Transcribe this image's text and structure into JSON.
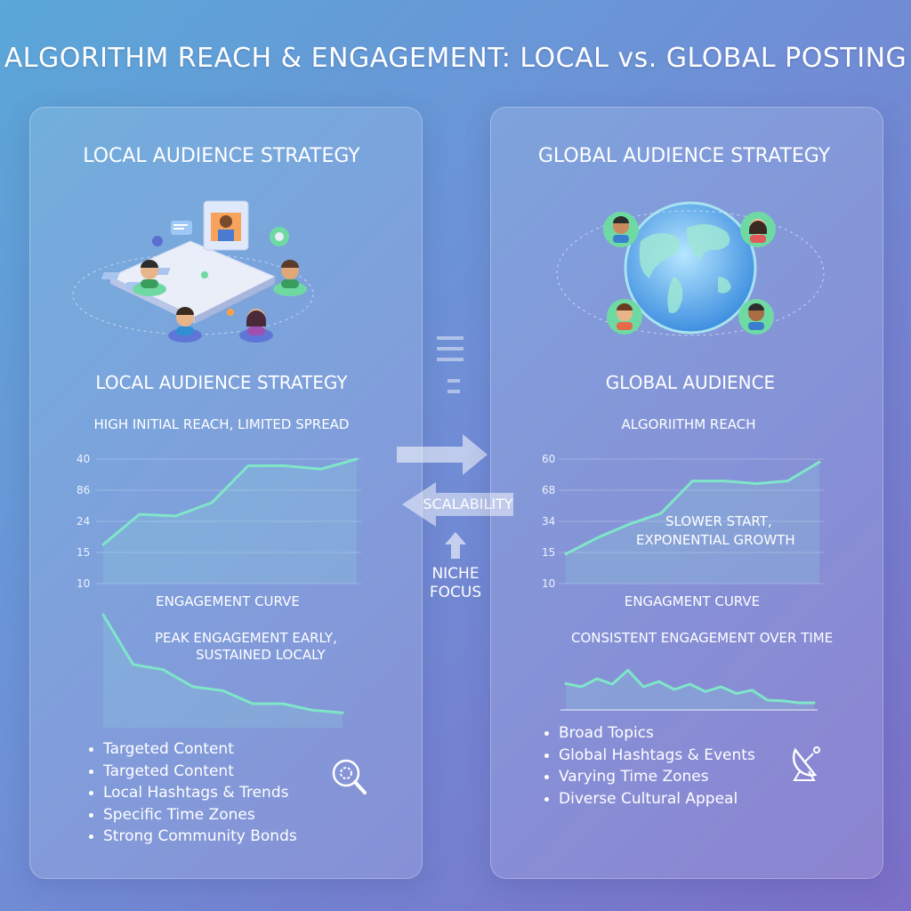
{
  "title": "ALGORITHM REACH & ENGAGEMENT: LOCAL vs. GLOBAL POSTING",
  "left": {
    "heading": "LOCAL AUDIENCE STRATEGY",
    "subheading": "LOCAL AUDIENCE STRATEGY",
    "reach_caption": "HIGH INITIAL REACH, LIMITED SPREAD",
    "reach_ticks": [
      "40",
      "86",
      "24",
      "15",
      "10"
    ],
    "engagement_title": "ENGAGEMENT CURVE",
    "engagement_note_line1": "PEAK ENGAGEMENT EARLY,",
    "engagement_note_line2": "SUSTAINED LOCALY",
    "bullets": [
      "Targeted Content",
      "Targeted Content",
      "Local Hashtags & Trends",
      "Specific Time Zones",
      "Strong Community Bonds"
    ]
  },
  "right": {
    "heading": "GLOBAL AUDIENCE STRATEGY",
    "subheading": "GLOBAL AUDIENCE",
    "reach_caption": "ALGORIITHM REACH",
    "reach_ticks": [
      "60",
      "68",
      "34",
      "15",
      "10"
    ],
    "reach_note_line1": "SLOWER START,",
    "reach_note_line2": "EXPONENTIAL GROWTH",
    "engagement_title": "ENGAGMENT CURVE",
    "engagement_note": "CONSISTENT ENGAGEMENT OVER TIME",
    "bullets": [
      "Broad Topics",
      "Global Hashtags & Events",
      "Varying Time Zones",
      "Diverse Cultural Appeal"
    ]
  },
  "center": {
    "scalability": "SCALABILITY",
    "niche_line1": "NICHE",
    "niche_line2": "FOCUS"
  },
  "colors": {
    "line": "#7fe6c9",
    "accent_green": "#6fd9a3"
  },
  "chart_data": [
    {
      "type": "line",
      "name": "local-reach",
      "y": [
        14.5,
        23.5,
        23,
        27,
        38,
        38,
        37,
        40
      ]
    },
    {
      "type": "area",
      "name": "local-engagement",
      "y": [
        100,
        62,
        58,
        45,
        42,
        32,
        32,
        27,
        25
      ]
    },
    {
      "type": "line",
      "name": "global-reach",
      "y": [
        18,
        24,
        29,
        33,
        45,
        45,
        44,
        45,
        52
      ]
    },
    {
      "type": "area",
      "name": "global-engagement",
      "y": [
        45,
        40,
        52,
        44,
        65,
        40,
        48,
        36,
        44,
        33,
        40,
        30,
        35,
        20,
        19,
        16,
        16
      ]
    }
  ]
}
